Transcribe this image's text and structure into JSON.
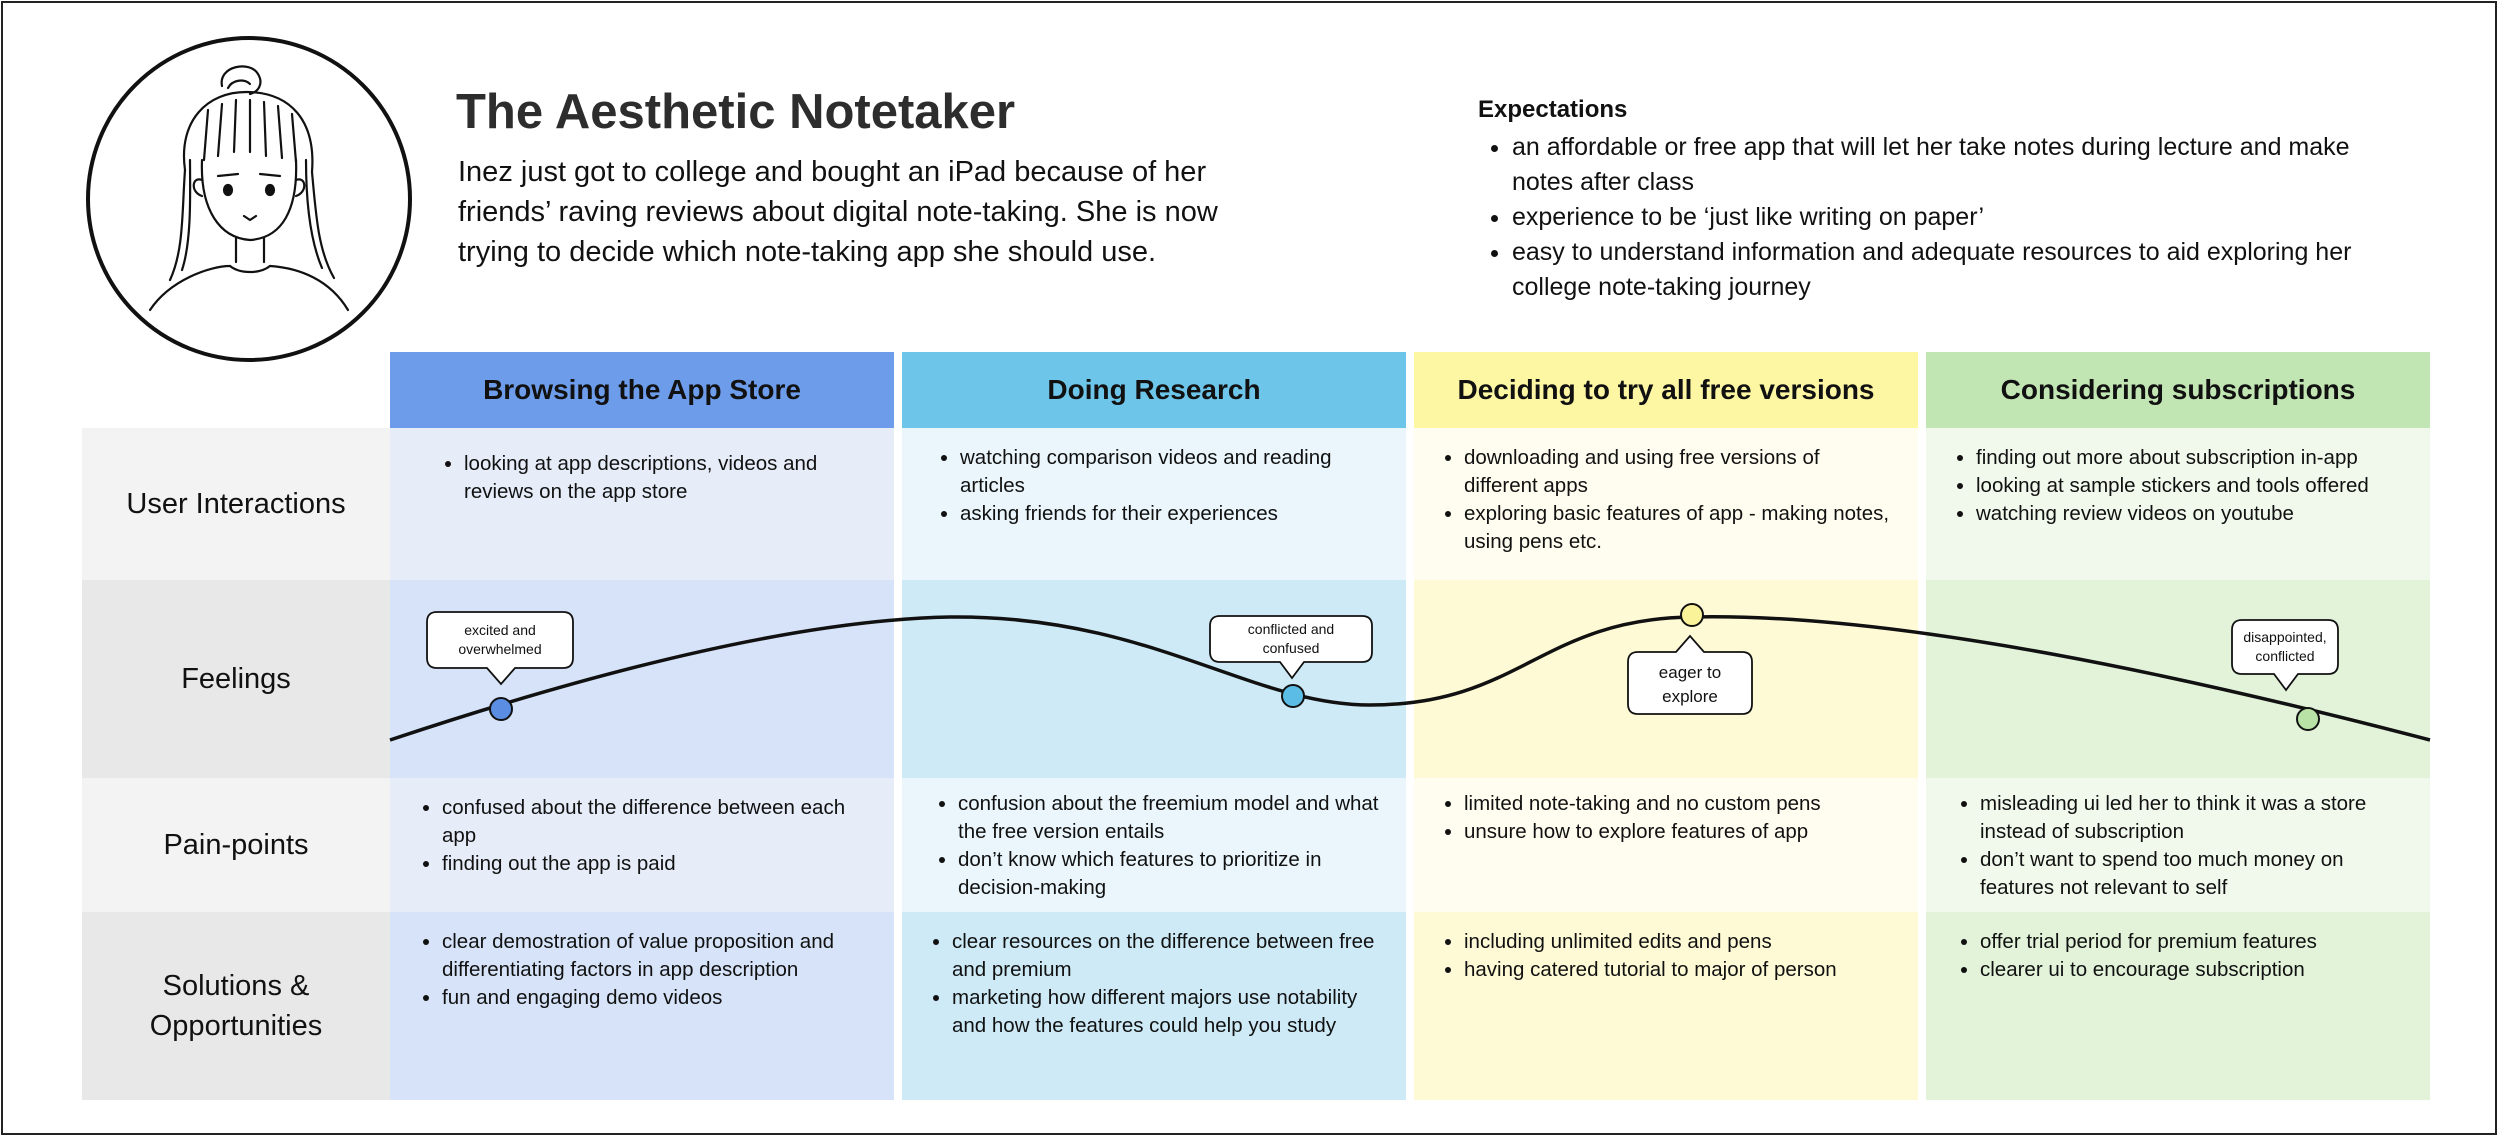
{
  "persona": {
    "title": "The Aesthetic Notetaker",
    "description": "Inez just got to college and bought an iPad because of her friends’ raving reviews about digital note-taking. She is now trying to decide which note-taking app she should use."
  },
  "expectations": {
    "title": "Expectations",
    "items": [
      "an affordable or free app that will let her take notes during lecture and make notes after class",
      "experience to be ‘just like writing on paper’",
      "easy to understand information and adequate resources to aid exploring her college note-taking journey"
    ]
  },
  "stages": [
    {
      "label": "Browsing the App Store",
      "color": "#6d9ceb"
    },
    {
      "label": "Doing Research",
      "color": "#6ec5ea"
    },
    {
      "label": "Deciding to try all free versions",
      "color": "#fdf6a3"
    },
    {
      "label": "Considering subscriptions",
      "color": "#c2e6b3"
    }
  ],
  "rows": {
    "interactions": "User Interactions",
    "feelings": "Feelings",
    "painpoints": "Pain-points",
    "solutions": "Solutions & Opportunities"
  },
  "interactions": [
    [
      "looking at app descriptions, videos and reviews on the app store"
    ],
    [
      "watching comparison videos and reading articles",
      "asking friends for their experiences"
    ],
    [
      "downloading and using free versions of different apps",
      "exploring basic features of app - making notes, using pens etc."
    ],
    [
      "finding out more about subscription in-app",
      "looking at sample stickers and tools offered",
      "watching review videos on youtube"
    ]
  ],
  "feelings": [
    {
      "line1": "excited and",
      "line2": "overwhelmed",
      "color": "#5b8ee3"
    },
    {
      "line1": "conflicted and",
      "line2": "confused",
      "color": "#5bbde6"
    },
    {
      "line1": "eager to",
      "line2": "explore",
      "color": "#fbf39a"
    },
    {
      "line1": "disappointed,",
      "line2": "conflicted",
      "color": "#b9e2a6"
    }
  ],
  "painpoints": [
    [
      "confused about the difference between each app",
      "finding out the app is paid"
    ],
    [
      "confusion about the freemium model and what the free version entails",
      "don’t know which features to prioritize in decision-making"
    ],
    [
      "limited note-taking and no custom pens",
      "unsure how to explore features of app"
    ],
    [
      "misleading ui led her to think it was a store instead of subscription",
      "don’t want to spend too much money on features not relevant to self"
    ]
  ],
  "solutions": [
    [
      "clear demostration of value proposition and differentiating factors in app description",
      "fun and engaging demo videos"
    ],
    [
      "clear resources on the difference between free and premium",
      "marketing how different majors use notability and how the features could help you study"
    ],
    [
      "including unlimited edits and pens",
      "having catered tutorial to major of person"
    ],
    [
      "offer trial period for premium features",
      "clearer ui to encourage subscription"
    ]
  ]
}
